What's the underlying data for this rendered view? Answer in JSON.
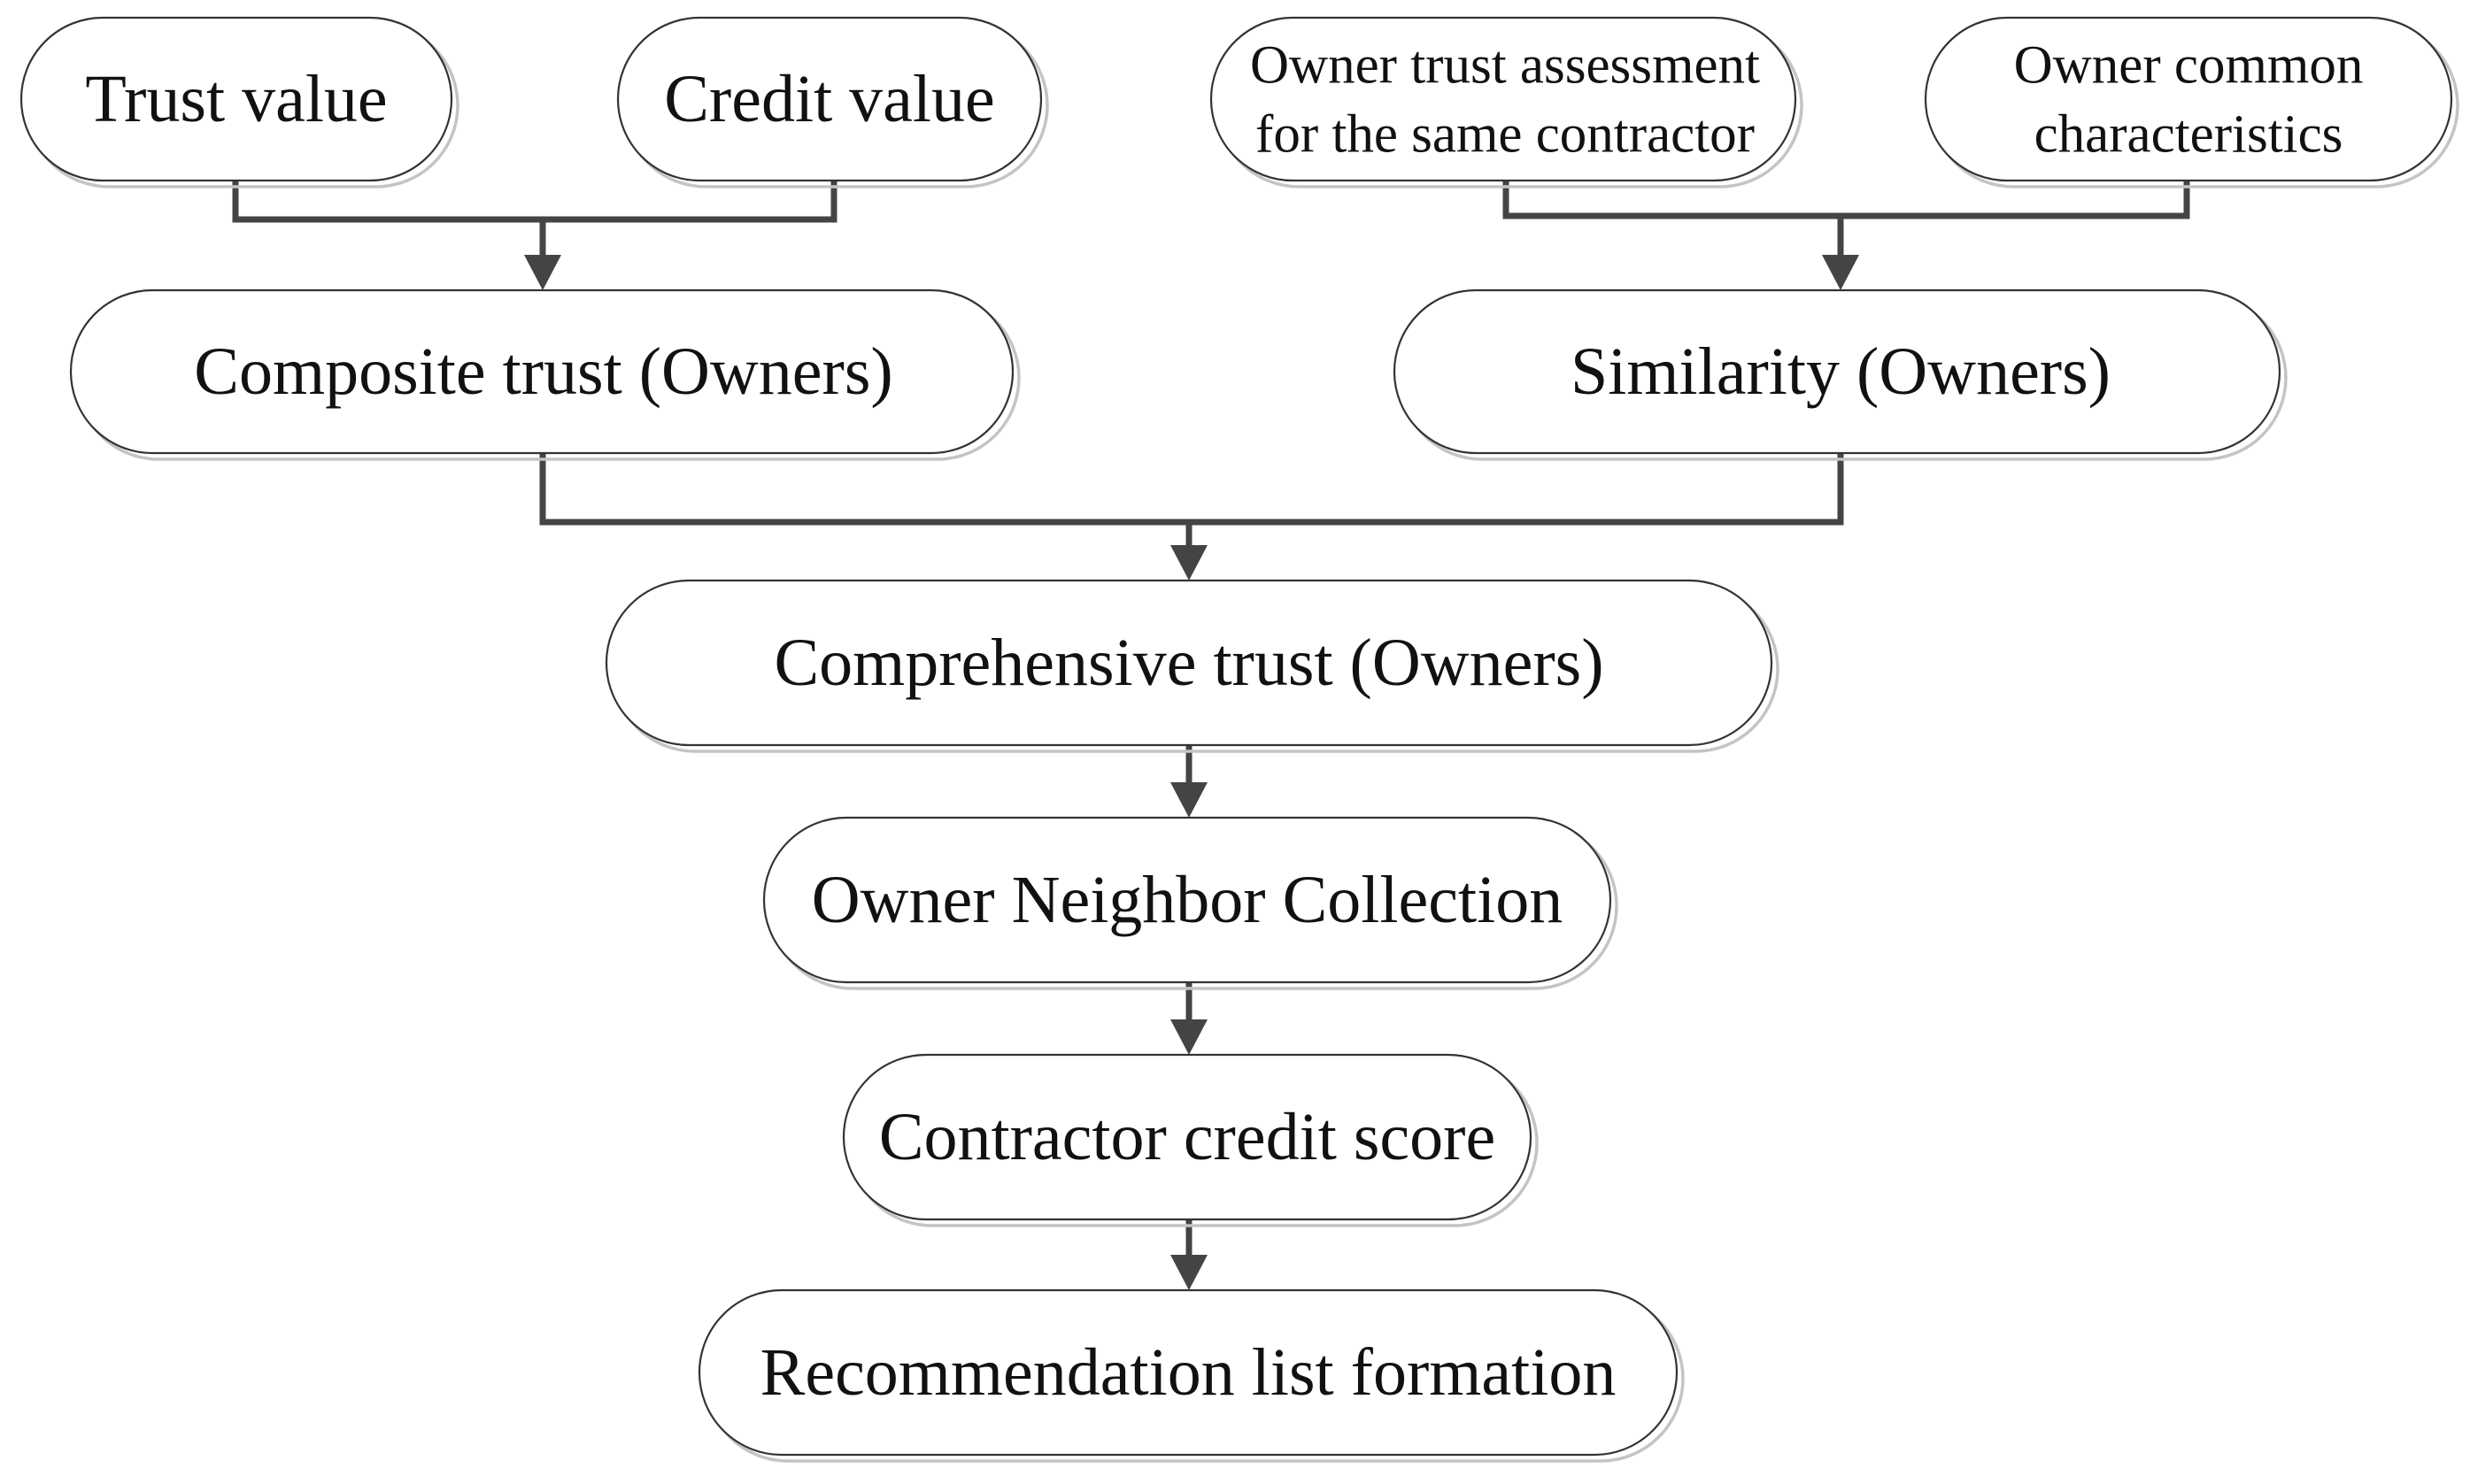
{
  "diagram": {
    "nodes": {
      "trust_value": {
        "label": "Trust value"
      },
      "credit_value": {
        "label": "Credit value"
      },
      "owner_trust_assessment": {
        "line1": "Owner trust assessment",
        "line2": "for the same contractor"
      },
      "owner_common_characteristics": {
        "line1": "Owner common",
        "line2": "characteristics"
      },
      "composite_trust": {
        "label": "Composite trust (Owners)"
      },
      "similarity": {
        "label": "Similarity (Owners)"
      },
      "comprehensive_trust": {
        "label": "Comprehensive trust  (Owners)"
      },
      "owner_neighbor_collection": {
        "label": "Owner Neighbor Collection"
      },
      "contractor_credit_score": {
        "label": "Contractor credit score"
      },
      "recommendation_list": {
        "label": "Recommendation list formation"
      }
    },
    "colors": {
      "node_fill": "#ffffff",
      "node_border": "#333333",
      "node_shadow": "#c4c4c4",
      "connector": "#444444",
      "text": "#111111"
    }
  }
}
